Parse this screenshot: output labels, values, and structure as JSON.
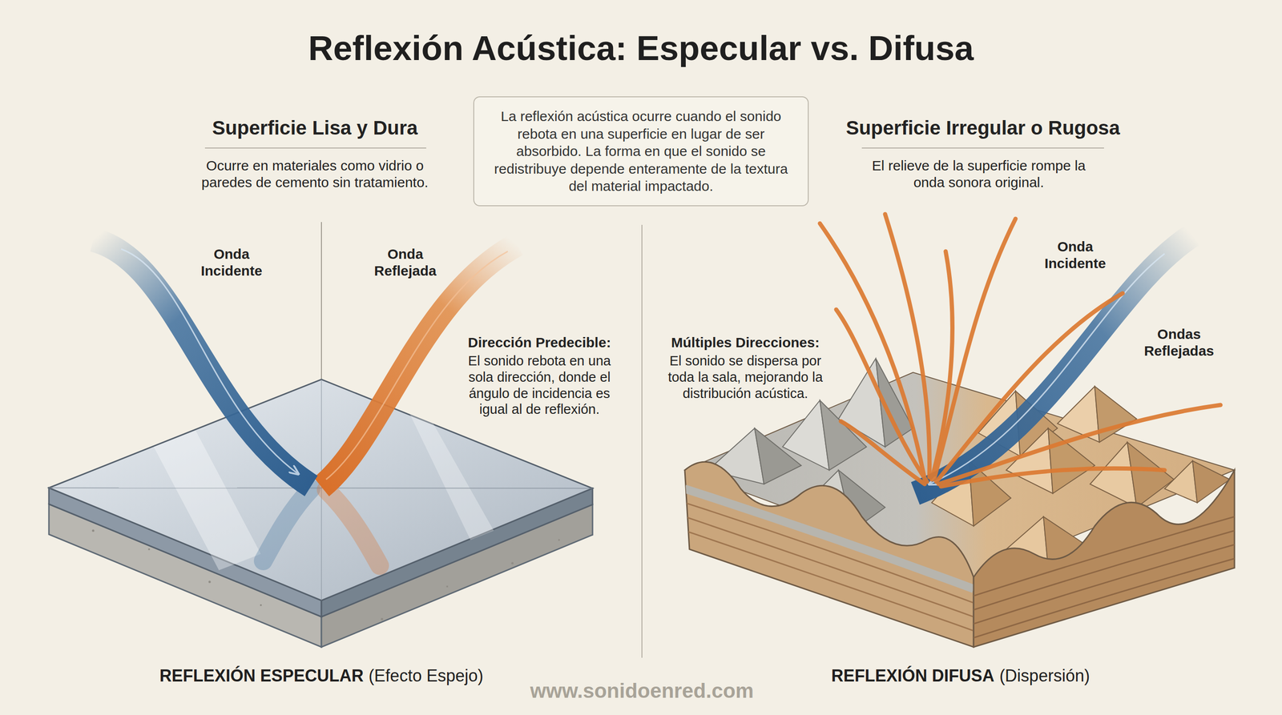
{
  "diagram": {
    "title": "Reflexión Acústica: Especular vs. Difusa",
    "nodes": [
      {
        "text": [
          "La reflexión acústica ocurre cuando el sonido rebota en una superficie en lugar de ser absorbido. La forma en que el sonido se redistribuye depende enteramente de la textura del material impactado."
        ]
      }
    ],
    "labels": [
      "Superficie Lisa y Dura",
      "Ocurre en materiales como vidrio o paredes de cemento sin tratamiento.",
      "Superficie Irregular o Rugosa",
      "El relieve de la superficie rompe la onda sonora original.",
      "Onda Incidente",
      "Onda Reflejada",
      "Dirección Predecible:",
      "El sonido rebota en una sola dirección, donde el ángulo de incidencia es igual al de reflexión.",
      "Múltiples Direcciones:",
      "El sonido se dispersa por toda la sala, mejorando la distribución acústica.",
      "Onda Incidente",
      "Ondas Reflejadas",
      "REFLEXIÓN ESPECULAR",
      "(Efecto Espejo)",
      "REFLEXIÓN DIFUSA",
      "(Dispersión)",
      "www.sonidoenred.com"
    ]
  }
}
